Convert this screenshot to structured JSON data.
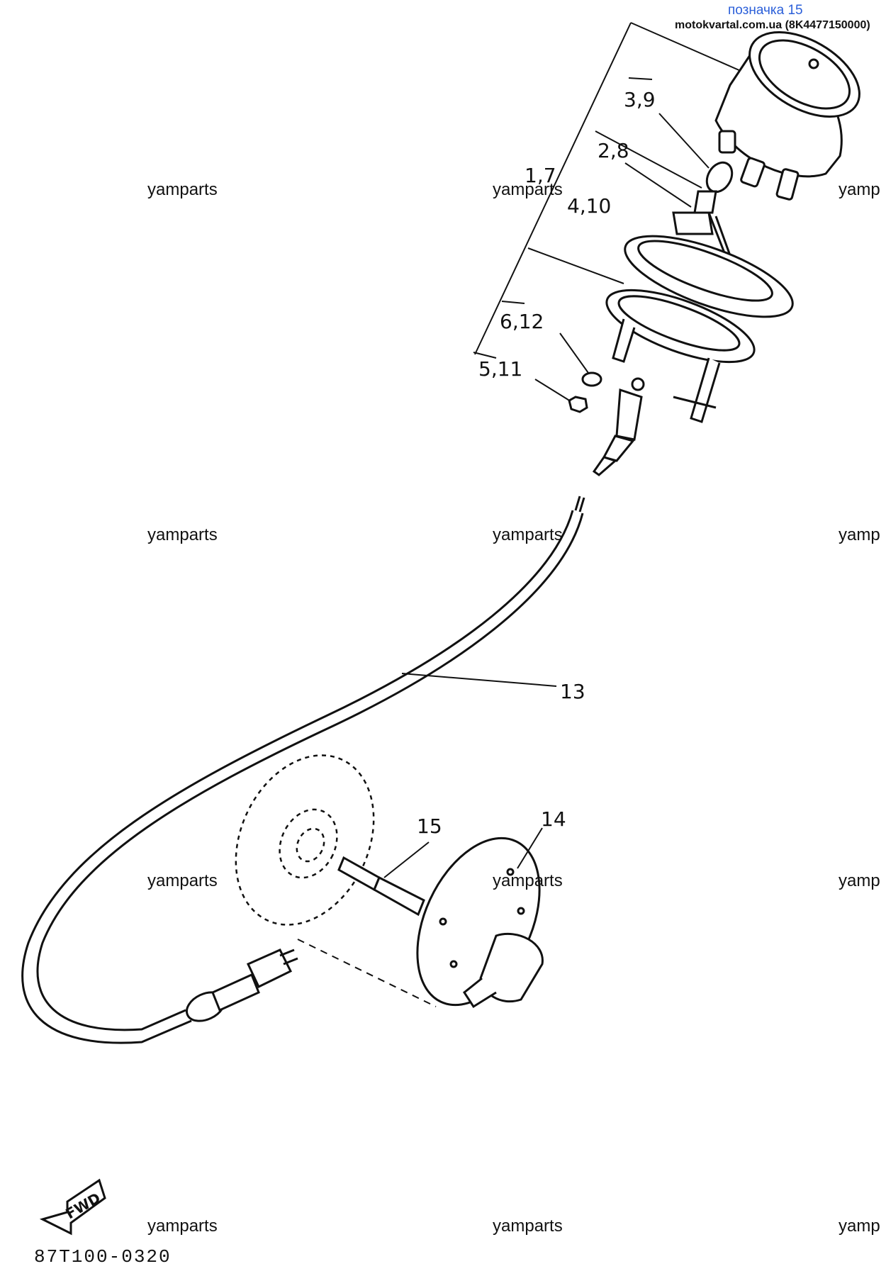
{
  "header": {
    "tag": "позначка 15",
    "source": "motokvartal.com.ua (8K4477150000)"
  },
  "watermark": "yamparts",
  "watermark_cut": "yamp",
  "diagram_code": "87T100-0320",
  "direction_arrow": "FWD",
  "callouts": {
    "c3_9": "3,9",
    "c2_8": "2,8",
    "c1_7": "1,7",
    "c4_10": "4,10",
    "c6_12": "6,12",
    "c5_11": "5,11",
    "c13": "13",
    "c15": "15",
    "c14": "14"
  }
}
